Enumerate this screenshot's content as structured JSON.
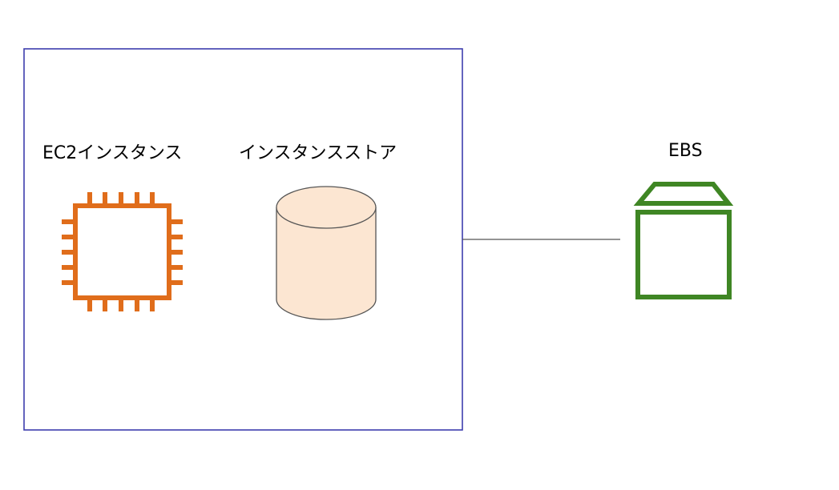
{
  "diagram": {
    "nodes": {
      "ec2": {
        "label": "EC2インスタンス",
        "icon": "chip-icon",
        "color": "#e06d1b"
      },
      "instance_store": {
        "label": "インスタンスストア",
        "icon": "cylinder-icon",
        "fill": "#fce6d2",
        "stroke": "#555555"
      },
      "ebs": {
        "label": "EBS",
        "icon": "box-icon",
        "color": "#3f8624"
      }
    },
    "container": {
      "border_color": "#3d3dad"
    },
    "connector": {
      "color": "#555555",
      "from": "container",
      "to": "ebs"
    }
  }
}
